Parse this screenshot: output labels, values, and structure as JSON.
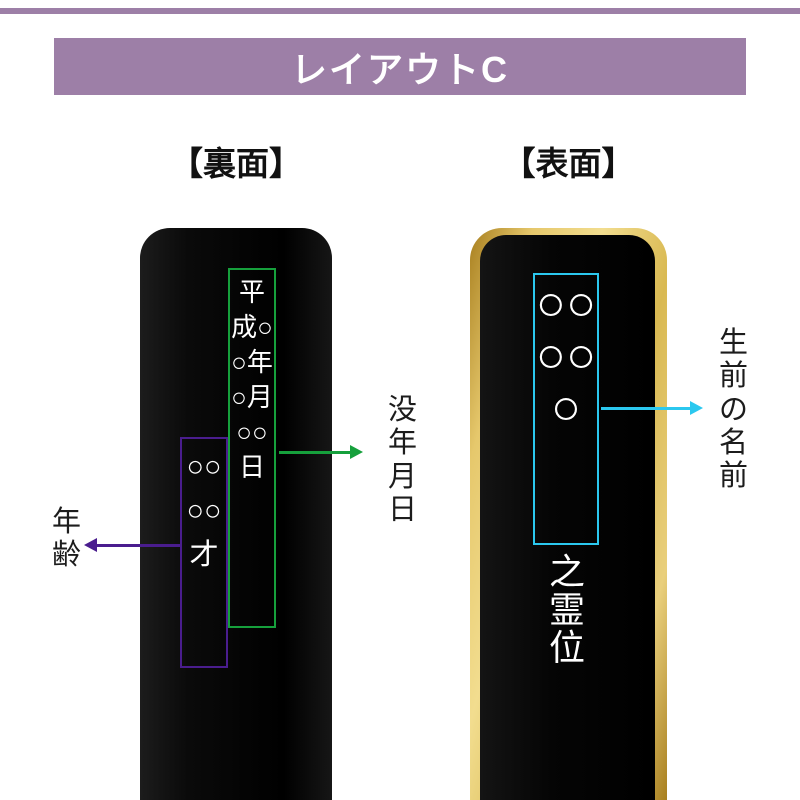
{
  "header": {
    "title": "レイアウトC"
  },
  "sections": {
    "back_label": "【裏面】",
    "front_label": "【表面】"
  },
  "back_tablet": {
    "date_text": "平成○○年○月○○日",
    "age_text": "○○○○才",
    "callout_date": "没年月日",
    "callout_age": "年齢"
  },
  "front_tablet": {
    "name_placeholder": "○○○○○",
    "suffix_text": "之霊位",
    "callout_name": "生前の名前"
  },
  "icons": {
    "date_callout_arrow": "arrow-right",
    "age_callout_arrow": "arrow-left",
    "name_callout_arrow": "arrow-right"
  },
  "colors": {
    "accent": "#9d7fa7",
    "date_box_green": "#16a03c",
    "age_box_purple": "#4a1d8e",
    "name_box_cyan": "#2bc8ef",
    "tablet_black": "#0b0b0b",
    "gold_light": "#f2dd8f",
    "gold_mid": "#d9b952",
    "gold_dark": "#a87f1f",
    "text_white": "#ffffff"
  }
}
